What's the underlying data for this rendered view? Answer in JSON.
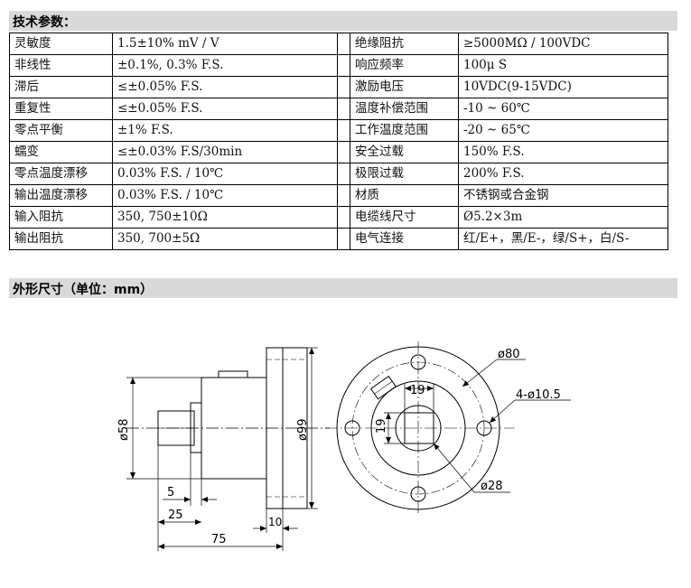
{
  "sections": {
    "specs_title": "技术参数：",
    "dimensions_title": "外形尺寸（单位：mm）"
  },
  "specs": {
    "left": [
      {
        "label": "灵敏度",
        "value": "1.5±10% mV / V"
      },
      {
        "label": "非线性",
        "value": "±0.1%, 0.3% F.S."
      },
      {
        "label": "滞后",
        "value": "≤±0.05% F.S."
      },
      {
        "label": "重复性",
        "value": "≤±0.05% F.S."
      },
      {
        "label": "零点平衡",
        "value": "±1% F.S."
      },
      {
        "label": "蠕变",
        "value": "≤±0.03% F.S/30min"
      },
      {
        "label": "零点温度漂移",
        "value": "0.03% F.S. / 10℃"
      },
      {
        "label": "输出温度漂移",
        "value": "0.03% F.S. / 10℃"
      },
      {
        "label": "输入阻抗",
        "value": "350, 750±10Ω"
      },
      {
        "label": "输出阻抗",
        "value": "350, 700±5Ω"
      }
    ],
    "right": [
      {
        "label": "绝缘阻抗",
        "value": "≥5000MΩ / 100VDC"
      },
      {
        "label": "响应频率",
        "value": "100μ S"
      },
      {
        "label": "激励电压",
        "value": "10VDC(9-15VDC)"
      },
      {
        "label": "温度补偿范围",
        "value": "-10 ~ 60℃"
      },
      {
        "label": "工作温度范围",
        "value": "-20 ~ 65℃"
      },
      {
        "label": "安全过载",
        "value": "150% F.S."
      },
      {
        "label": "极限过载",
        "value": "200% F.S."
      },
      {
        "label": "材质",
        "value": "不锈钢或合金钢"
      },
      {
        "label": "电缆线尺寸",
        "value": "Ø5.2×3m"
      },
      {
        "label": "电气连接",
        "value": "红/E+，黑/E-，绿/S+，白/S-"
      }
    ]
  },
  "drawing": {
    "dim_58": "ø58",
    "dim_99": "ø99",
    "dim_5": "5",
    "dim_25": "25",
    "dim_75": "75",
    "dim_10": "10",
    "dim_80": "ø80",
    "dim_holes": "4-ø10.5",
    "dim_19_top": "19",
    "dim_19_side": "19",
    "dim_28": "ø28"
  }
}
